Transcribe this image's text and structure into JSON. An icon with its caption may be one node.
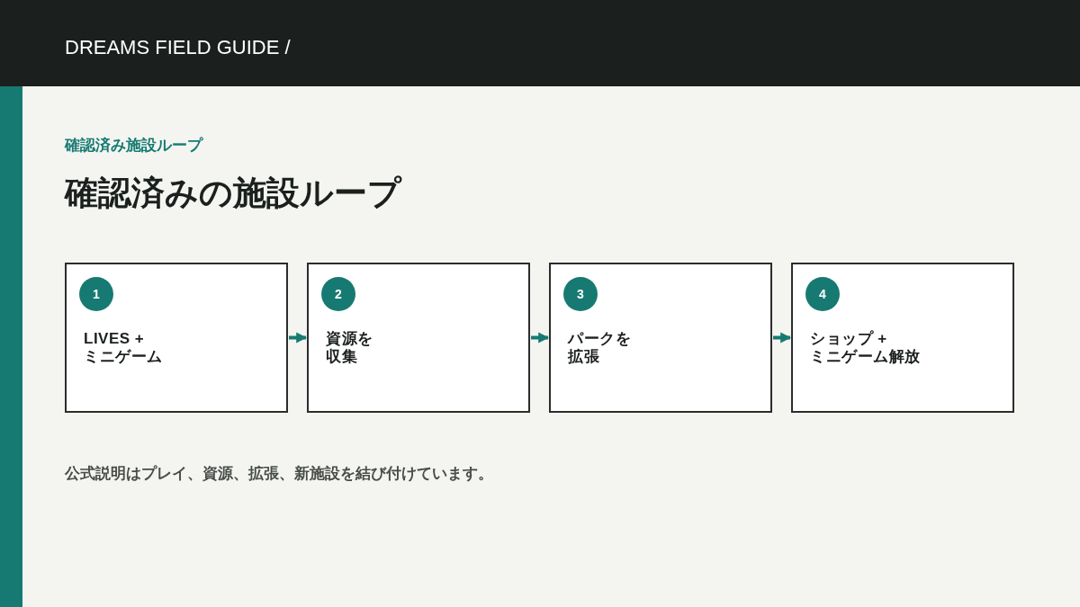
{
  "diagram": {
    "title": "確認済みの施設ループ",
    "caption": "公式説明はプレイ、資源、拡張、新施設を結び付けています。",
    "nodes": [
      {
        "text": [
          "1",
          "LIVES + ミニゲーム"
        ]
      },
      {
        "text": [
          "2",
          "資源を収集"
        ]
      },
      {
        "text": [
          "3",
          "パークを拡張"
        ]
      },
      {
        "text": [
          "4",
          "ショップ + ミニゲーム解放"
        ]
      }
    ],
    "edges": [
      {
        "from": 0,
        "to": 1,
        "arrow": "to"
      },
      {
        "from": 1,
        "to": 2,
        "arrow": "to"
      },
      {
        "from": 2,
        "to": 3,
        "arrow": "to"
      }
    ],
    "labels": [
      "DREAMS FIELD GUIDE /",
      "確認済み施設ループ"
    ]
  }
}
